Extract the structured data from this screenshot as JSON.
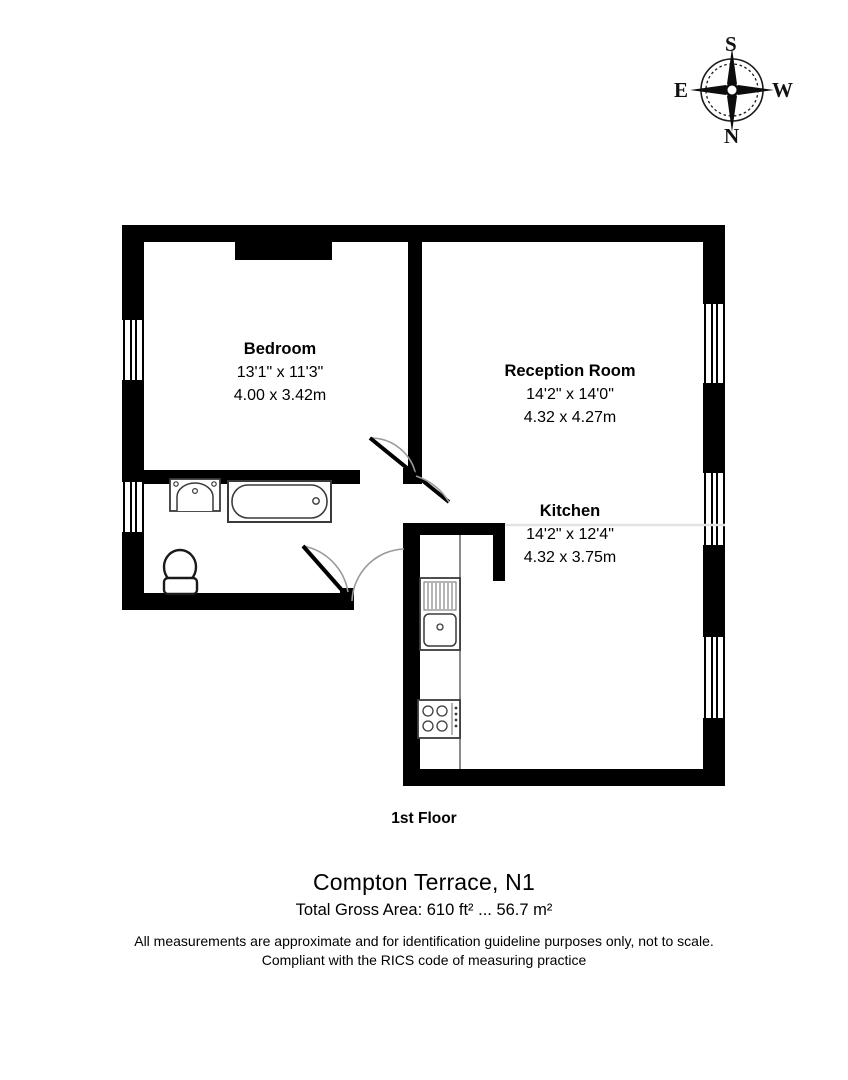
{
  "compass": {
    "name": "compass-rose",
    "north": "N",
    "south": "S",
    "east": "E",
    "west": "W"
  },
  "rooms": [
    {
      "id": "bedroom",
      "name": "Bedroom",
      "imperial": "13'1\" x 11'3\"",
      "metric": "4.00 x 3.42m"
    },
    {
      "id": "reception",
      "name": "Reception Room",
      "imperial": "14'2\" x 14'0\"",
      "metric": "4.32 x 4.27m"
    },
    {
      "id": "kitchen",
      "name": "Kitchen",
      "imperial": "14'2\" x 12'4\"",
      "metric": "4.32 x 3.75m"
    }
  ],
  "fixtures": {
    "bathtub": "bathtub",
    "sink_basin": "wash-basin",
    "toilet": "toilet",
    "kitchen_sink": "kitchen-sink",
    "hob": "cooker-hob"
  },
  "captions": {
    "floor_title": "1st Floor",
    "address": "Compton Terrace, N1",
    "area": "Total Gross Area: 610 ft² ... 56.7 m²",
    "disclaimer_line1": "All measurements are approximate and for identification guideline purposes only, not to scale.",
    "disclaimer_line2": "Compliant with the RICS code of measuring practice"
  },
  "colors": {
    "wall": "#000000",
    "background": "#ffffff",
    "fixture_stroke": "#3a3a3a",
    "thin_line": "#8a8a8a",
    "faint_line": "#e2e2e2"
  }
}
